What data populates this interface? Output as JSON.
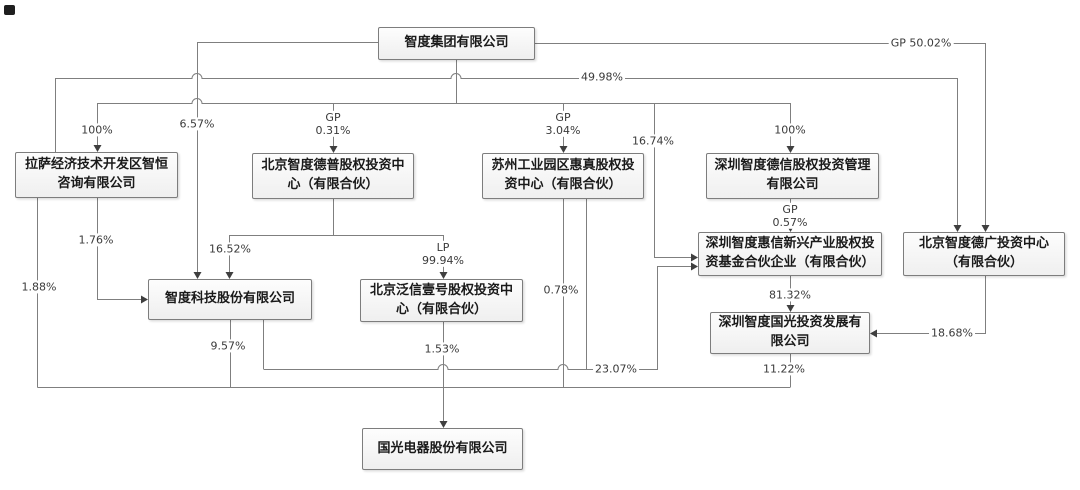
{
  "diagram_type": "equity-ownership-structure",
  "nodes": {
    "zhidu_group": {
      "label": "智度集团有限公司"
    },
    "lasa": {
      "label": "拉萨经济技术开发区智恒咨询有限公司"
    },
    "depu": {
      "label": "北京智度德普股权投资中心（有限合伙）"
    },
    "suzhou": {
      "label": "苏州工业园区惠真股权投资中心（有限合伙）"
    },
    "dexin": {
      "label": "深圳智度德信股权投资管理有限公司"
    },
    "zhidu_tech": {
      "label": "智度科技股份有限公司"
    },
    "fanxin": {
      "label": "北京泛信壹号股权投资中心（有限合伙）"
    },
    "huixin": {
      "label": "深圳智度惠信新兴产业股权投资基金合伙企业（有限合伙）"
    },
    "deguang": {
      "label": "北京智度德广投资中心（有限合伙）"
    },
    "guoguang_invest": {
      "label": "深圳智度国光投资发展有限公司"
    },
    "guoguang_electric": {
      "label": "国光电器股份有限公司"
    }
  },
  "labels": {
    "gp_5002": "GP 50.02%",
    "pct_4998": "49.98%",
    "pct_100_lasa": "100%",
    "pct_657": "6.57%",
    "gp_role_depu": "GP",
    "gp_pct_depu": "0.31%",
    "gp_role_suzhou": "GP",
    "gp_pct_suzhou": "3.04%",
    "pct_1674": "16.74%",
    "pct_100_dexin": "100%",
    "pct_176": "1.76%",
    "pct_188": "1.88%",
    "pct_1652": "16.52%",
    "lp_role_fanxin": "LP",
    "lp_pct_fanxin": "99.94%",
    "gp_role_dexin": "GP",
    "gp_pct_dexin": "0.57%",
    "pct_078": "0.78%",
    "pct_8132": "81.32%",
    "pct_957": "9.57%",
    "pct_153": "1.53%",
    "pct_2307": "23.07%",
    "pct_1868": "18.68%",
    "pct_1122": "11.22%"
  },
  "colors": {
    "line": "#7f7f7f",
    "arrow": "#3f3f3f",
    "box_border": "#7d7d7d",
    "box_fill": "#f4f4f4",
    "text": "#1a1a1a"
  }
}
